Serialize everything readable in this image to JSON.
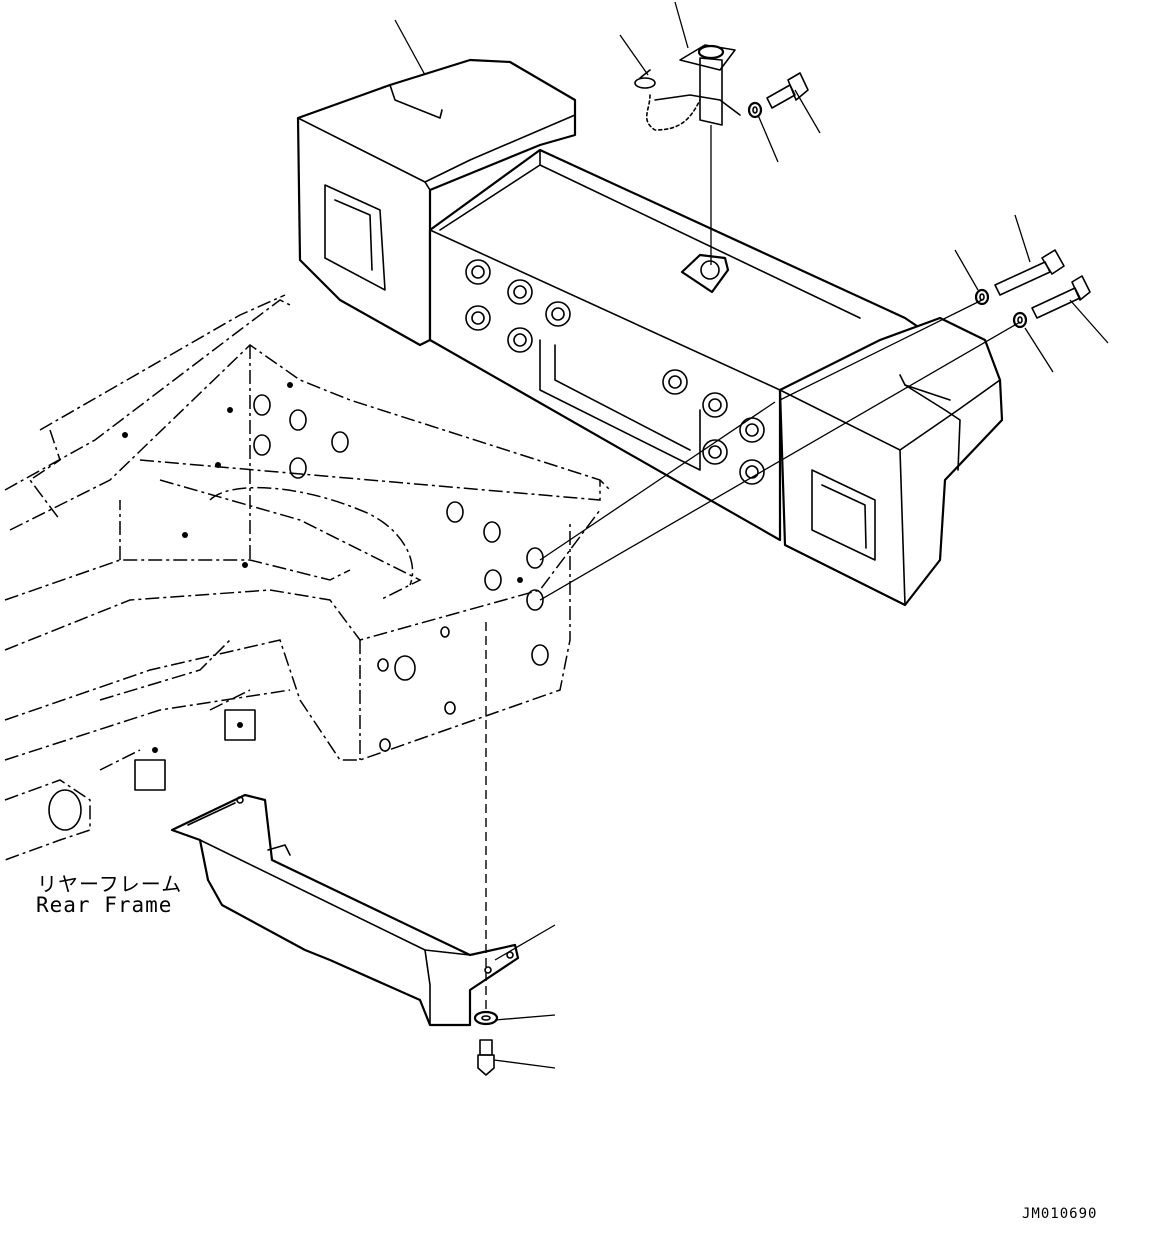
{
  "labels": {
    "frame_jp": "リヤーフレーム",
    "frame_en": "Rear Frame",
    "drawing_code": "JM010690"
  }
}
